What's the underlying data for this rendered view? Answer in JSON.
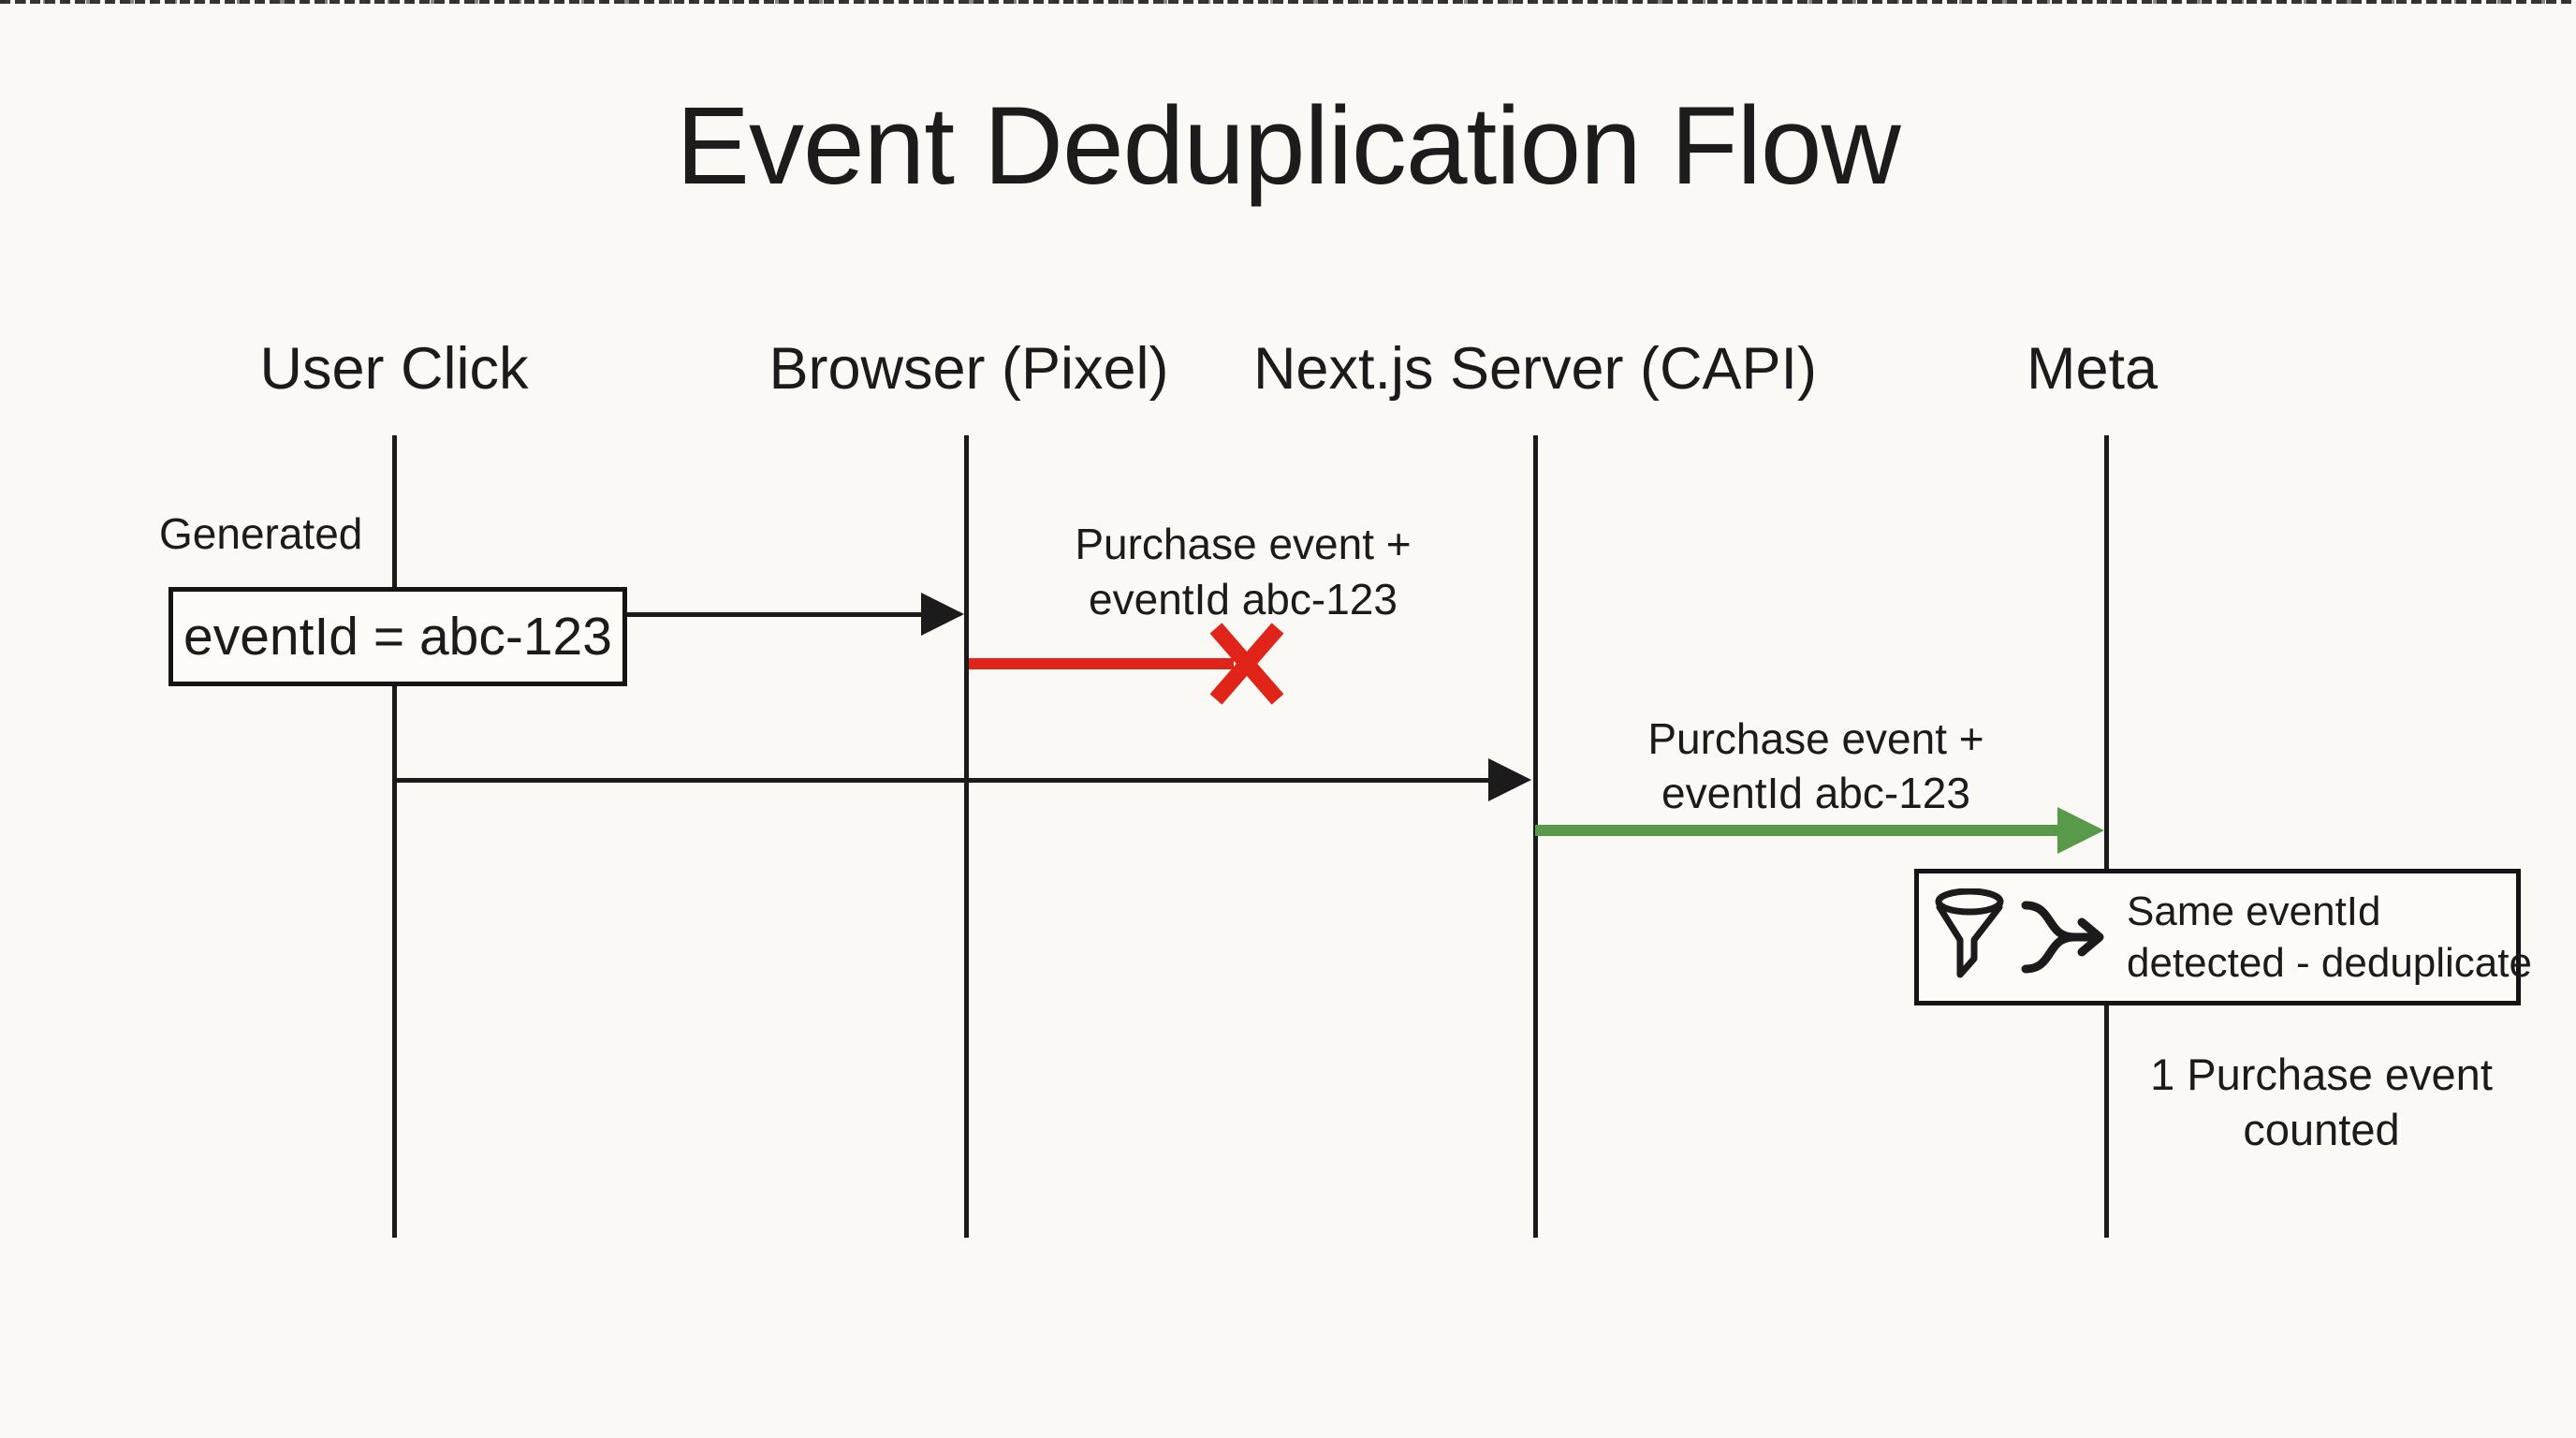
{
  "page": {
    "background_color": "#fbf9f6",
    "ink_color": "#1b1b1b",
    "top_edge": "dark speckled tear strip"
  },
  "diagram": {
    "title": "Event Deduplication Flow",
    "type": "sequence-diagram",
    "colors": {
      "blocked_red": "#e02419",
      "success_green": "#58994a",
      "ink": "#1b1b1b"
    }
  },
  "lifelines": [
    {
      "label": "User Click"
    },
    {
      "label": "Browser (Pixel)"
    },
    {
      "label": "Next.js Server (CAPI)"
    },
    {
      "label": "Meta"
    }
  ],
  "annotations": {
    "generated_label": "Generated",
    "event_id_box": "eventId = abc-123"
  },
  "messages": {
    "pixel": {
      "line1": "Purchase event +",
      "line2": "eventId abc-123",
      "from": "Browser (Pixel)",
      "status": "blocked",
      "status_icon": "x-icon",
      "color": "#e02419"
    },
    "capi_request": {
      "from": "User Click",
      "to": "Next.js Server (CAPI)",
      "status": "delivered",
      "color": "#1b1b1b"
    },
    "capi": {
      "line1": "Purchase event +",
      "line2": "eventId abc-123",
      "from": "Next.js Server (CAPI)",
      "to": "Meta",
      "status": "delivered",
      "color": "#58994a"
    }
  },
  "dedup_box": {
    "line1": "Same eventId",
    "line2": "detected - deduplicate",
    "icons": [
      "funnel-icon",
      "merge-arrows-icon"
    ]
  },
  "result": {
    "line1": "1 Purchase event",
    "line2": "counted"
  }
}
